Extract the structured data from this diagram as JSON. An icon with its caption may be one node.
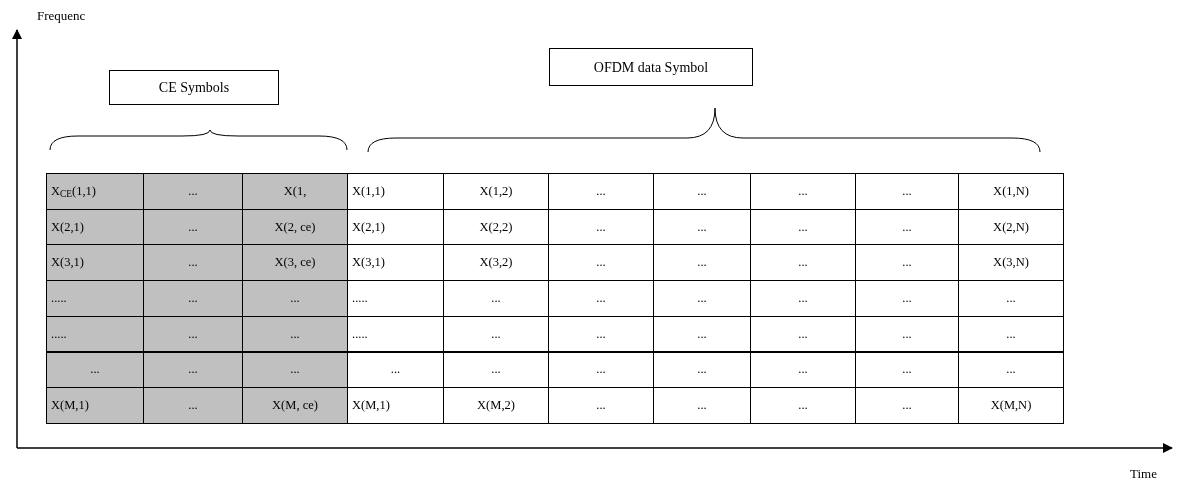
{
  "diagram": {
    "nodes": [
      {
        "text": [
          "CE Symbols"
        ]
      },
      {
        "text": [
          "OFDM data Symbol"
        ]
      }
    ],
    "edges": [],
    "labels": [
      "Frequenc",
      "X$_{CE}$(1,1)",
      "...",
      "X(1,",
      "X(1,1)",
      "X(1,2)",
      "...",
      "...",
      "...",
      "...",
      "X(1,N)",
      "X(2,1)",
      "...",
      "X(2, ce)",
      "X(2,1)",
      "X(2,2)",
      "...",
      "...",
      "...",
      "...",
      "X(2,N)",
      "X(3,1)",
      "...",
      "X(3, ce)",
      "X(3,1)",
      "X(3,2)",
      "...",
      "...",
      "...",
      "...",
      "X(3,N)",
      ".....",
      "...",
      "...",
      ".....",
      "...",
      "...",
      "...",
      "...",
      "...",
      "...",
      ".....",
      "...",
      "...",
      ".....",
      "...",
      "...",
      "...",
      "...",
      "...",
      "...",
      "...",
      "...",
      "...",
      "...",
      "...",
      "...",
      "...",
      "...",
      "...",
      "...",
      "X(M,1)",
      "...",
      "X(M, ce)",
      "X(M,1)",
      "X(M,2)",
      "...",
      "...",
      "...",
      "...",
      "X(M,N)",
      "Time"
    ]
  }
}
